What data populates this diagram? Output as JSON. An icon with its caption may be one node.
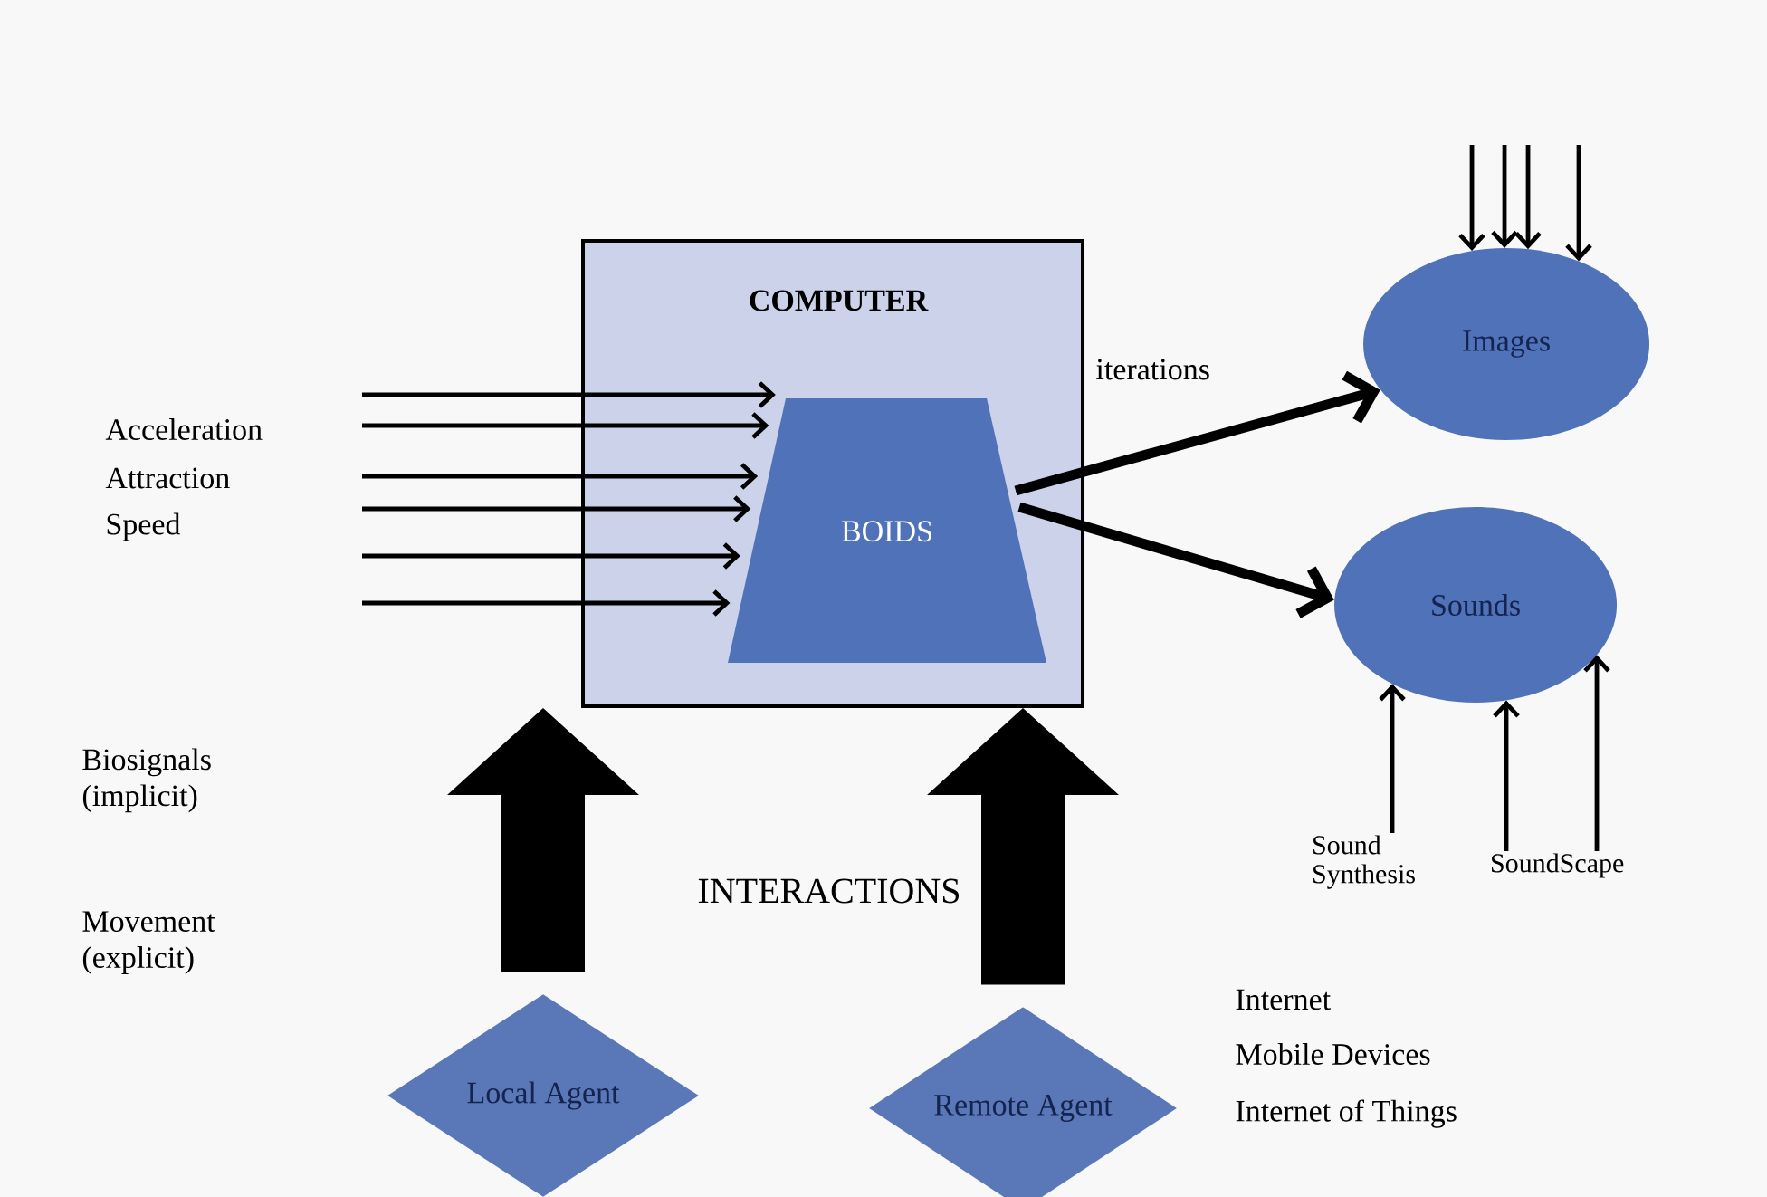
{
  "diagram": {
    "nodes": [
      {
        "text": [
          "COMPUTER"
        ]
      },
      {
        "text": [
          "BOIDS"
        ],
        "in": 0
      },
      {
        "text": [
          "Images"
        ]
      },
      {
        "text": [
          "Sounds"
        ]
      },
      {
        "text": [
          "Local Agent"
        ]
      },
      {
        "text": [
          "Remote Agent"
        ]
      },
      {
        "text": [
          "Sound Synthesis"
        ]
      },
      {
        "text": [
          "SoundScape"
        ]
      }
    ],
    "edges": [
      {
        "from": null,
        "to": 1,
        "arrow": "to"
      },
      {
        "from": null,
        "to": 1,
        "arrow": "to"
      },
      {
        "from": null,
        "to": 1,
        "arrow": "to"
      },
      {
        "from": null,
        "to": 1,
        "arrow": "to"
      },
      {
        "from": null,
        "to": 1,
        "arrow": "to"
      },
      {
        "from": null,
        "to": 1,
        "arrow": "to"
      },
      {
        "from": null,
        "to": 2,
        "arrow": "to"
      },
      {
        "from": null,
        "to": 2,
        "arrow": "to"
      },
      {
        "from": null,
        "to": 2,
        "arrow": "to"
      },
      {
        "from": null,
        "to": 2,
        "arrow": "to"
      },
      {
        "from": 6,
        "to": 3,
        "arrow": "to"
      },
      {
        "from": 7,
        "to": 3,
        "arrow": "to"
      },
      {
        "from": 7,
        "to": 3,
        "arrow": "to"
      },
      {
        "from": 1,
        "to": 2,
        "arrow": "to",
        "label": "iterations",
        "style": "thick"
      },
      {
        "from": 1,
        "to": 3,
        "arrow": "to",
        "style": "thick"
      },
      {
        "from": 4,
        "to": 0,
        "arrow": "to",
        "style": "thick"
      },
      {
        "from": 5,
        "to": 0,
        "arrow": "to",
        "style": "thick"
      }
    ],
    "labels": [
      "Acceleration",
      "Attraction",
      "Speed",
      "Biosignals (implicit)",
      "Movement (explicit)",
      "INTERACTIONS",
      "Internet",
      "Mobile Devices",
      "Internet of Things"
    ]
  }
}
